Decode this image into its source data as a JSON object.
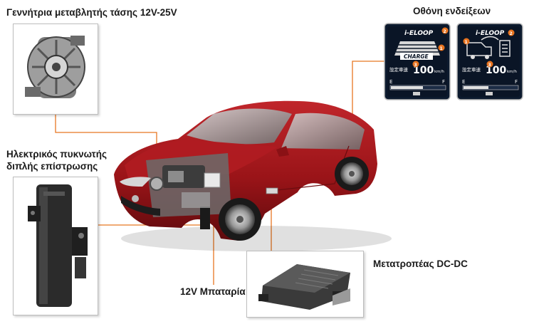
{
  "labels": {
    "alternator": "Γεννήτρια μεταβλητής τάσης 12V-25V",
    "capacitor_line1": "Ηλεκτρικός πυκνωτής",
    "capacitor_line2": "διπλής επίστρωσης",
    "battery": "12V Μπαταρία",
    "converter": "Μετατροπέας DC-DC",
    "display": "Οθόνη ενδείξεων"
  },
  "display_screens": [
    {
      "logo": "i-ELOOP",
      "status": "CHARGE",
      "reading_label": "設定車速",
      "reading_value": "100",
      "reading_unit": "km/h",
      "gauge_empty": "E",
      "gauge_full": "F",
      "markers": [
        "1",
        "2",
        "3"
      ]
    },
    {
      "logo": "i-ELOOP",
      "reading_label": "設定車速",
      "reading_value": "100",
      "reading_unit": "km/h",
      "gauge_empty": "E",
      "gauge_full": "F",
      "markers": [
        "1",
        "2",
        "3"
      ]
    }
  ],
  "colors": {
    "leader_line": "#e87722",
    "car_body": "#9a1418",
    "screen_bg": "#0c1a2e",
    "marker": "#e8731e"
  }
}
